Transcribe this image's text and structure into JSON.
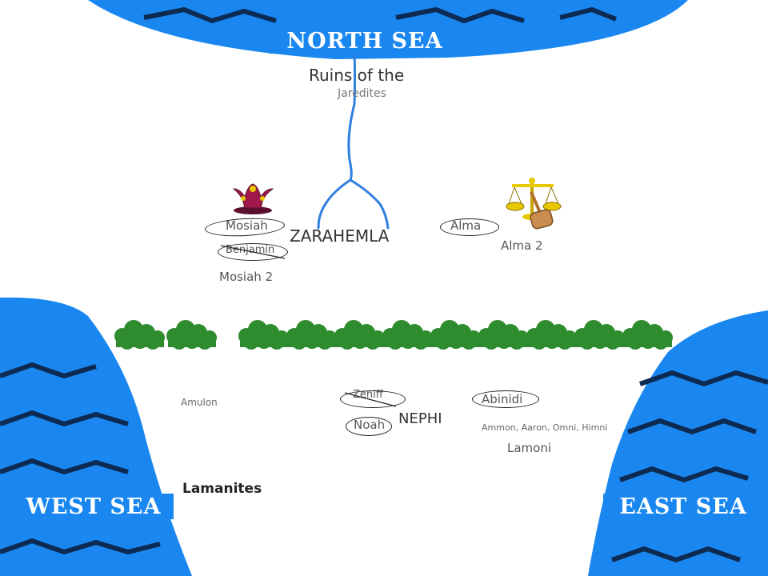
{
  "seas": {
    "north": "NORTH SEA",
    "west": "WEST SEA",
    "east": "EAST SEA"
  },
  "places": {
    "ruins_line1": "Ruins of the",
    "ruins_line2": "Jaredites",
    "zarahemla": "ZARAHEMLA",
    "nephi": "NEPHI",
    "lamanites": "Lamanites"
  },
  "people": {
    "mosiah": "Mosiah",
    "benjamin": "Benjamin",
    "mosiah2": "Mosiah 2",
    "alma": "Alma",
    "alma2": "Alma 2",
    "amulon": "Amulon",
    "zeniff": "Zeniff",
    "noah": "Noah",
    "abinidi": "Abinidi",
    "missionaries": "Ammon, Aaron, Omni, Himni",
    "lamoni": "Lamoni"
  },
  "colors": {
    "sea": "#1a87f0",
    "wave": "#0d2a52",
    "river": "#2f7fe0",
    "forest": "#2e8b2e",
    "crown": "#a0194a",
    "scales": "#e8c800"
  },
  "icons": {
    "crown": "crown-icon",
    "scales": "scales-of-justice-icon"
  }
}
